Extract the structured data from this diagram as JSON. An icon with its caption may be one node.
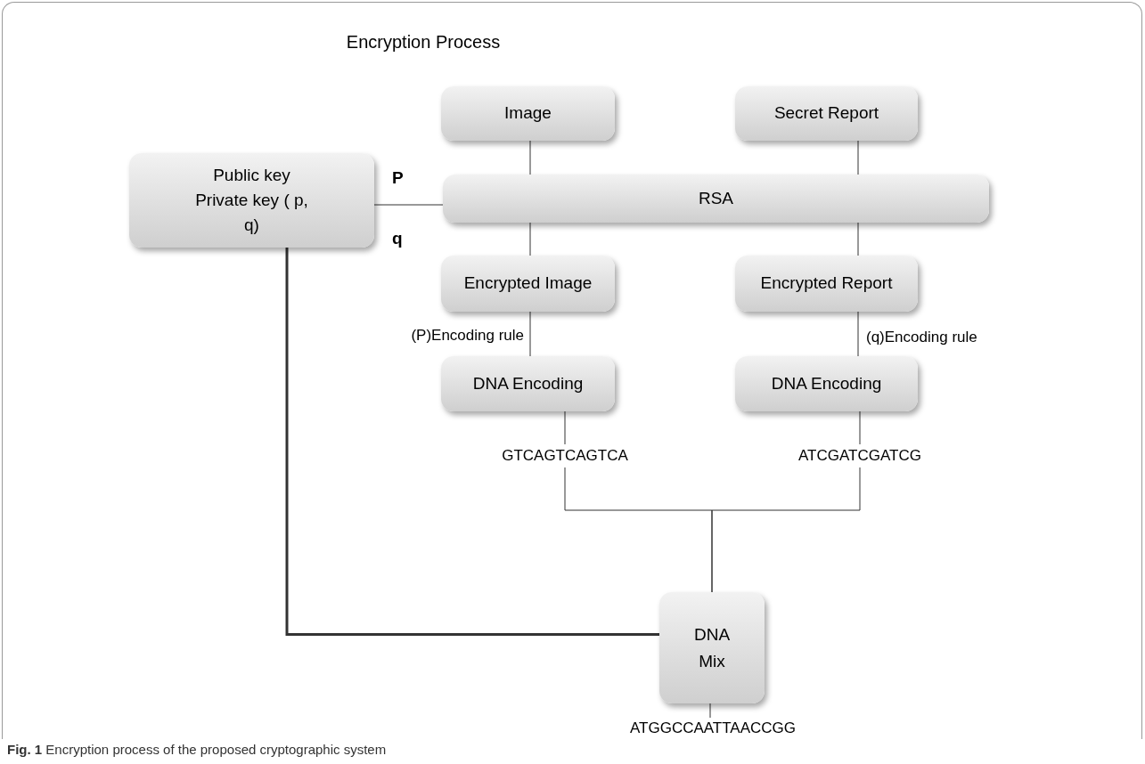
{
  "diagram": {
    "title": "Encryption Process",
    "caption": "**Fig. 1** Encryption process of the proposed cryptographic system",
    "nodes": [
      {
        "text": [
          "Image"
        ]
      },
      {
        "text": [
          "Secret Report"
        ]
      },
      {
        "text": [
          "Public key Private key ( p, q)"
        ]
      },
      {
        "text": [
          "RSA"
        ]
      },
      {
        "text": [
          "Encrypted Image"
        ]
      },
      {
        "text": [
          "Encrypted Report"
        ]
      },
      {
        "text": [
          "DNA Encoding"
        ]
      },
      {
        "text": [
          "DNA Encoding"
        ]
      },
      {
        "text": [
          "DNA Mix"
        ]
      },
      {
        "text": [
          "ATGGCCAATTAACCGG"
        ]
      }
    ],
    "edges": [
      {
        "from": 0,
        "to": 3,
        "arrow": "none"
      },
      {
        "from": 1,
        "to": 3,
        "arrow": "none"
      },
      {
        "from": 2,
        "to": 3,
        "arrow": "none"
      },
      {
        "from": 3,
        "to": 4,
        "arrow": "none"
      },
      {
        "from": 3,
        "to": 5,
        "arrow": "none"
      },
      {
        "from": 4,
        "to": 6,
        "arrow": "none",
        "label": "(P)Encoding rule"
      },
      {
        "from": 5,
        "to": 7,
        "arrow": "none",
        "label": "(q)Encoding rule"
      },
      {
        "from": 6,
        "to": 8,
        "arrow": "none",
        "label": "GTCAGTCAGTCA"
      },
      {
        "from": 7,
        "to": 8,
        "arrow": "none",
        "label": "ATCGATCGATCG"
      },
      {
        "from": 2,
        "to": 8,
        "arrow": "none",
        "style": "thick"
      },
      {
        "from": 8,
        "to": 9,
        "arrow": "none"
      }
    ],
    "labels": [
      "P",
      "q"
    ]
  }
}
